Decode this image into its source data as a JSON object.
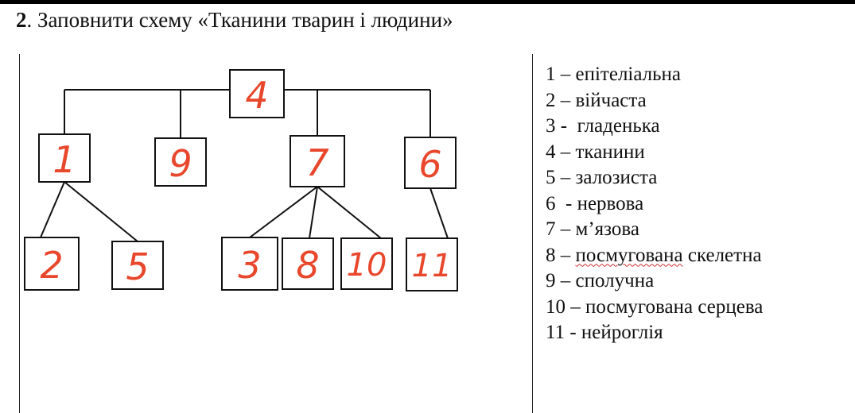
{
  "title": {
    "number": "2",
    "text": ". Заповнити схему «Тканини тварин і людини»"
  },
  "colors": {
    "handwriting": "#e8472c",
    "ink": "#111111",
    "spellcheck": "#d03030"
  },
  "diagram": {
    "nodes": [
      {
        "id": "root",
        "label": "4"
      },
      {
        "id": "b1",
        "label": "1"
      },
      {
        "id": "b9",
        "label": "9"
      },
      {
        "id": "b7",
        "label": "7"
      },
      {
        "id": "b6",
        "label": "6"
      },
      {
        "id": "l2",
        "label": "2"
      },
      {
        "id": "l5",
        "label": "5"
      },
      {
        "id": "l3",
        "label": "3"
      },
      {
        "id": "l8",
        "label": "8"
      },
      {
        "id": "l10",
        "label": "10"
      },
      {
        "id": "l11",
        "label": "11"
      }
    ],
    "edges": [
      [
        "root",
        "b1"
      ],
      [
        "root",
        "b9"
      ],
      [
        "root",
        "b7"
      ],
      [
        "root",
        "b6"
      ],
      [
        "b1",
        "l2"
      ],
      [
        "b1",
        "l5"
      ],
      [
        "b7",
        "l3"
      ],
      [
        "b7",
        "l8"
      ],
      [
        "b7",
        "l10"
      ],
      [
        "b6",
        "l11"
      ]
    ]
  },
  "legend": {
    "items": [
      {
        "num": "1",
        "sep": " – ",
        "text": "епітеліальна"
      },
      {
        "num": "2",
        "sep": " – ",
        "text": "війчаста"
      },
      {
        "num": "3",
        "sep": " -  ",
        "text": "гладенька"
      },
      {
        "num": "4",
        "sep": " – ",
        "text": "тканини"
      },
      {
        "num": "5",
        "sep": " – ",
        "text": "залозиста"
      },
      {
        "num": "6",
        "sep": "  - ",
        "text": "нервова"
      },
      {
        "num": "7",
        "sep": " – ",
        "text": "м’язова"
      },
      {
        "num": "8",
        "sep": " – ",
        "text_marked": "посмугована",
        "text_rest": " скелетна"
      },
      {
        "num": "9",
        "sep": " – ",
        "text": "сполучна"
      },
      {
        "num": "10",
        "sep": " – ",
        "text": "посмугована серцева"
      },
      {
        "num": "11",
        "sep": " - ",
        "text": "нейроглія"
      }
    ]
  }
}
